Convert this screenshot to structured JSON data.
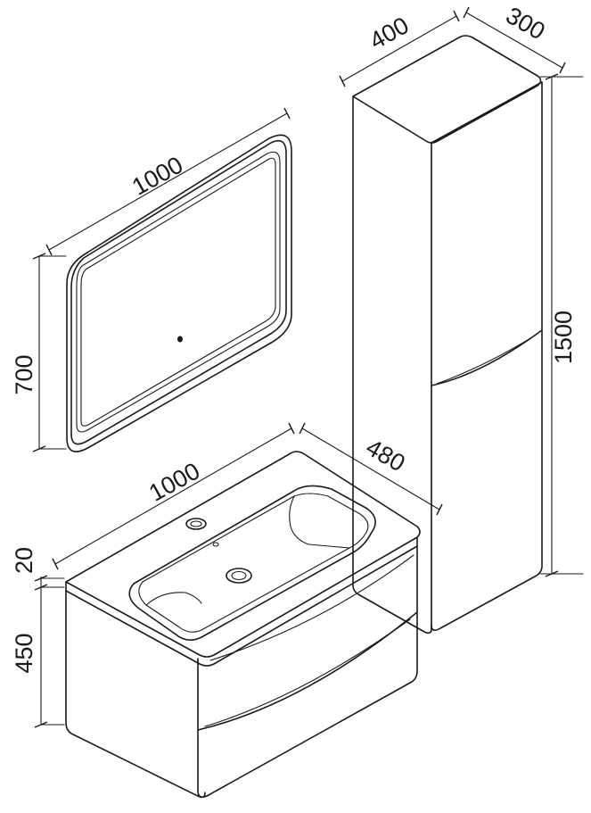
{
  "dimensions": {
    "mirror_width": "1000",
    "mirror_height": "700",
    "cabinet_width": "400",
    "cabinet_depth": "300",
    "cabinet_height": "1500",
    "vanity_width": "1000",
    "vanity_depth": "480",
    "worktop_thickness": "20",
    "vanity_height": "450"
  }
}
